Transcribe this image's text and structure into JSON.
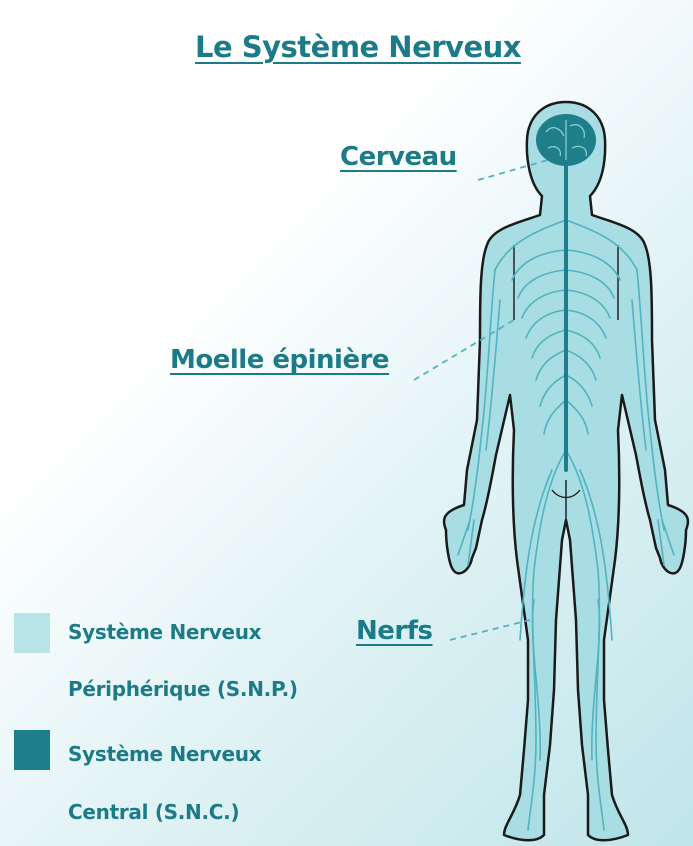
{
  "title": "Le Système Nerveux",
  "labels": {
    "cerveau": "Cerveau",
    "moelle": "Moelle épinière",
    "nerfs": "Nerfs"
  },
  "legend": [
    {
      "line1": "Système Nerveux",
      "line2": "Périphérique (S.N.P.)",
      "color": "#b8e3e7"
    },
    {
      "line1": "Système Nerveux",
      "line2": "Central (S.N.C.)",
      "color": "#1e7f8a"
    }
  ],
  "colors": {
    "text": "#1c7b87",
    "body_fill": "#a8dde3",
    "nerve": "#4fb4bf",
    "central": "#1e7f8a",
    "outline": "#1a1a1a"
  }
}
